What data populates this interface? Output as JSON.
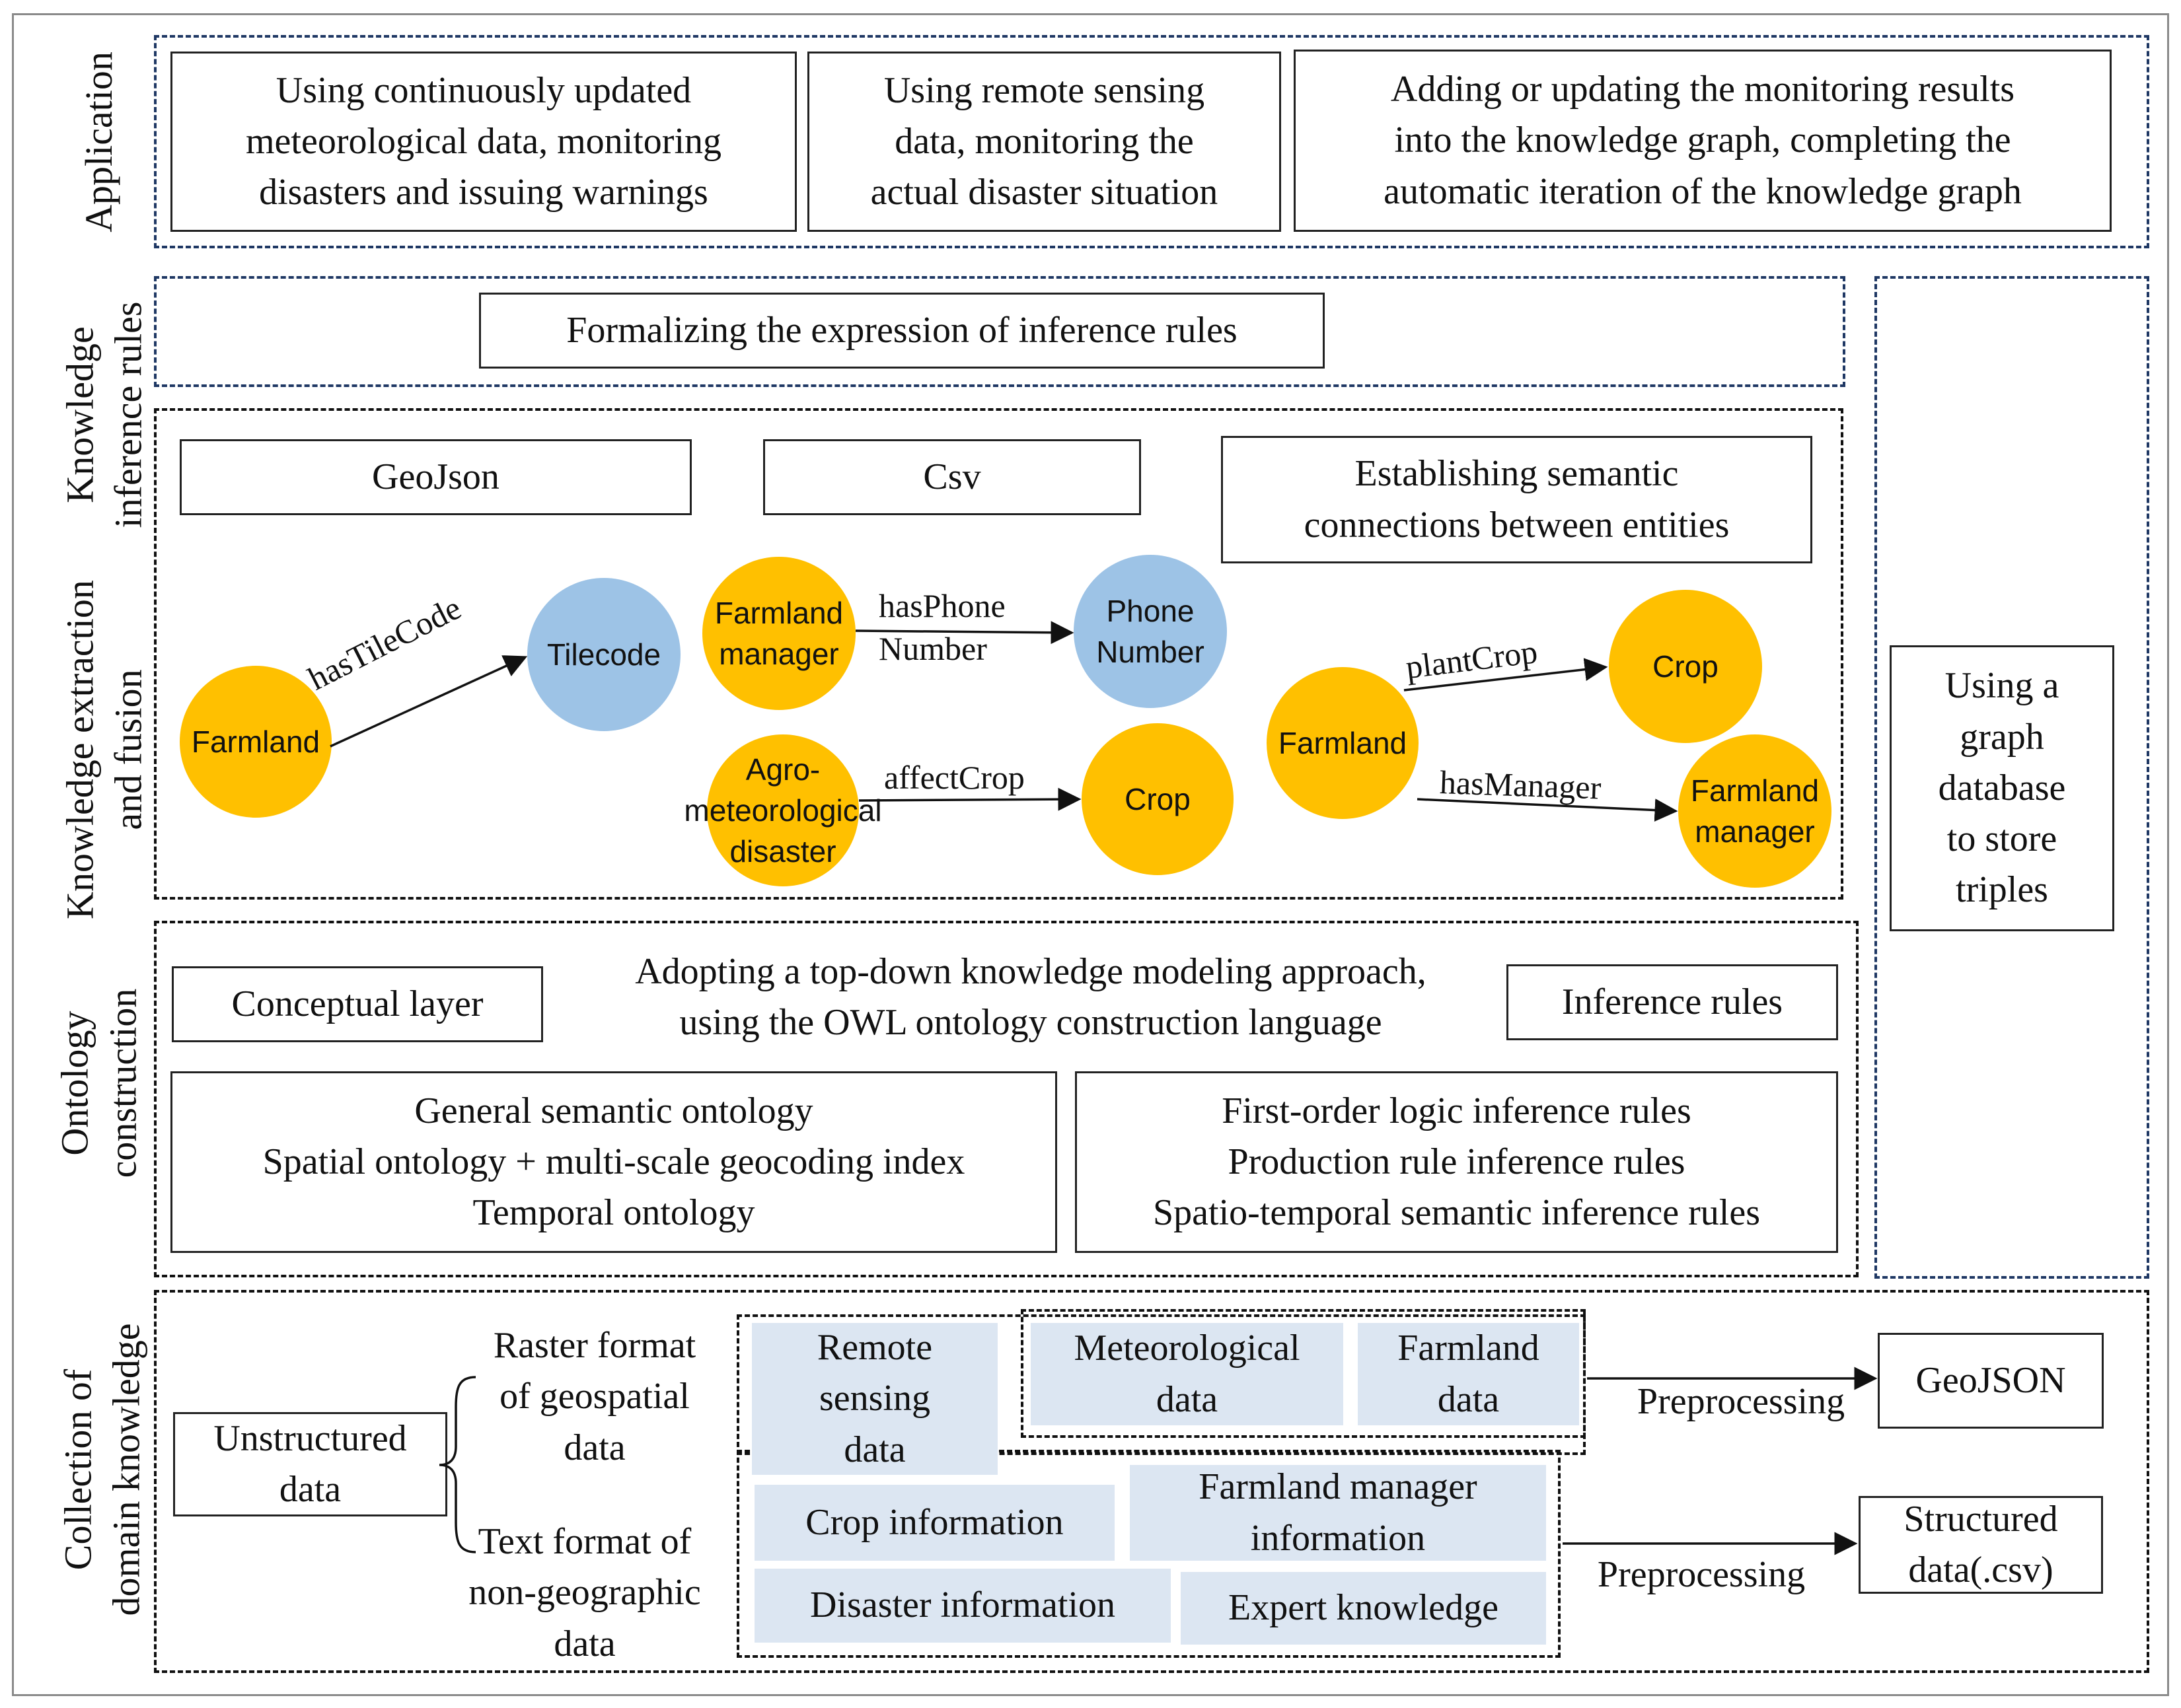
{
  "sections": {
    "application": "Application",
    "inference": "Knowledge\ninference rules",
    "extraction": "Knowledge extraction\nand fusion",
    "ontology": "Ontology\nconstruction",
    "collection": "Collection of\ndomain knowledge"
  },
  "application": {
    "box1": "Using continuously updated\nmeteorological data, monitoring\ndisasters and issuing warnings",
    "box2": "Using remote sensing\ndata, monitoring the\nactual disaster situation",
    "box3": "Adding or updating the monitoring results\ninto the knowledge graph, completing the\nautomatic iteration of the knowledge graph"
  },
  "inference": {
    "formalizing": "Formalizing the expression of inference rules"
  },
  "graph_db": "Using a\ngraph\ndatabase\nto store\ntriples",
  "extraction": {
    "geojson": "GeoJson",
    "csv": "Csv",
    "semantic": "Establishing semantic\nconnections between entities",
    "nodes": {
      "farmland1": "Farmland",
      "tilecode": "Tilecode",
      "farmland_manager1": "Farmland\nmanager",
      "phone_number": "Phone\nNumber",
      "agro_disaster": "Agro-\nmeteorological\ndisaster",
      "crop1": "Crop",
      "farmland2": "Farmland",
      "crop2": "Crop",
      "farmland_manager2": "Farmland\nmanager"
    },
    "edges": {
      "has_tile_code": "hasTileCode",
      "has_phone_number": "hasPhone\nNumber",
      "affect_crop": "affectCrop",
      "plant_crop": "plantCrop",
      "has_manager": "hasManager"
    }
  },
  "ontology": {
    "conceptual_layer": "Conceptual layer",
    "approach": "Adopting a top-down knowledge modeling approach,\nusing the OWL ontology construction language",
    "inference_rules": "Inference rules",
    "ontologies": "General semantic ontology\nSpatial ontology + multi-scale geocoding index\nTemporal ontology",
    "rules": "First-order logic inference rules\nProduction rule inference rules\nSpatio-temporal semantic inference rules"
  },
  "collection": {
    "unstructured": "Unstructured\ndata",
    "raster": "Raster format\nof geospatial\ndata",
    "text_format": "Text format of\nnon-geographic\ndata",
    "remote_sensing": "Remote\nsensing\ndata",
    "meteorological": "Meteorological\ndata",
    "farmland_data": "Farmland\ndata",
    "crop_info": "Crop information",
    "farmland_manager_info": "Farmland manager\ninformation",
    "disaster_info": "Disaster information",
    "expert_knowledge": "Expert knowledge",
    "preprocessing1": "Preprocessing",
    "preprocessing2": "Preprocessing",
    "geojson_out": "GeoJSON",
    "structured_out": "Structured\ndata(.csv)"
  }
}
